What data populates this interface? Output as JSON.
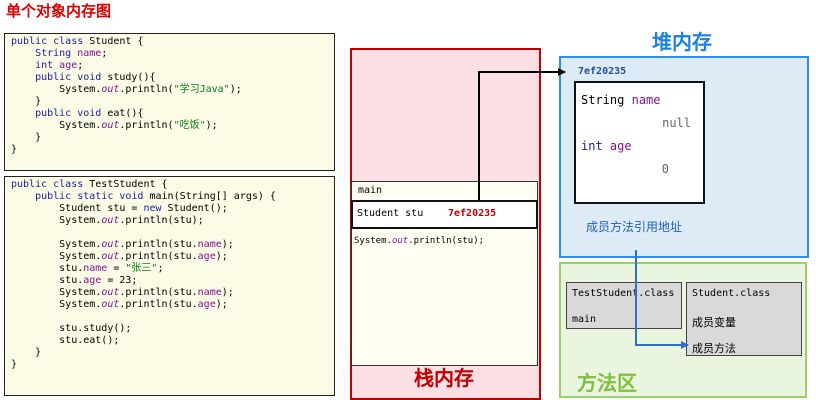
{
  "title": "单个对象内存图",
  "code_student": {
    "l1a": "public class",
    "l1b": " Student {",
    "l2a": "    String ",
    "l2b": "name",
    "l2c": ";",
    "l3a": "    int ",
    "l3b": "age",
    "l3c": ";",
    "l4a": "    public void ",
    "l4b": "study(){",
    "l5a": "        System.",
    "l5b": "out",
    "l5c": ".println(",
    "l5d": "\"学习Java\"",
    "l5e": ");",
    "l6": "    }",
    "l7a": "    public void ",
    "l7b": "eat(){",
    "l8a": "        System.",
    "l8b": "out",
    "l8c": ".println(",
    "l8d": "\"吃饭\"",
    "l8e": ");",
    "l9": "    }",
    "l10": "}"
  },
  "code_test": {
    "l1a": "public class",
    "l1b": " TestStudent {",
    "l2a": "    public static void ",
    "l2b": "main(String[] args) {",
    "l3a": "        Student stu = ",
    "l3b": "new",
    "l3c": " Student();",
    "l4a": "        System.",
    "l4b": "out",
    "l4c": ".println(stu);",
    "l5a": "        System.",
    "l5b": "out",
    "l5c": ".println(stu.",
    "l5d": "name",
    "l5e": ");",
    "l6a": "        System.",
    "l6b": "out",
    "l6c": ".println(stu.",
    "l6d": "age",
    "l6e": ");",
    "l7a": "        stu.",
    "l7b": "name",
    "l7c": " = ",
    "l7d": "\"张三\"",
    "l7e": ";",
    "l8a": "        stu.",
    "l8b": "age",
    "l8c": " = 23;",
    "l9a": "        System.",
    "l9b": "out",
    "l9c": ".println(stu.",
    "l9d": "name",
    "l9e": ");",
    "l10a": "        System.",
    "l10b": "out",
    "l10c": ".println(stu.",
    "l10d": "age",
    "l10e": ");",
    "l11": "        stu.study();",
    "l12": "        stu.eat();",
    "l13": "    }",
    "l14": "}"
  },
  "stack": {
    "label": "栈内存",
    "frame_name": "main",
    "var_label": "Student stu",
    "var_value": "7ef20235",
    "print_a": "System.",
    "print_b": "out",
    "print_c": ".println(stu);"
  },
  "heap": {
    "label": "堆内存",
    "address": "7ef20235",
    "field1_type": "String",
    "field1_name": "name",
    "field1_value": "null",
    "field2_type": "int",
    "field2_name": "age",
    "field2_value": "0",
    "method_ref": "成员方法引用地址"
  },
  "method_area": {
    "label": "方法区",
    "class1_name": "TestStudent.class",
    "class1_member": "main",
    "class2_name": "Student.class",
    "class2_member1": "成员变量",
    "class2_member2": "成员方法"
  },
  "colors": {
    "stack": "#c00000",
    "heap": "#2b8ff0",
    "method_area": "#9bd16b",
    "title": "#e00000",
    "arrow_blue": "#2f6fd1"
  }
}
